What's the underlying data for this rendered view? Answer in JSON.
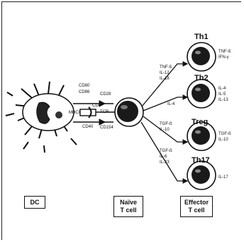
{
  "surface_molecules": {
    "cd80": "CD80",
    "cd86": "CD86",
    "cd28": "CD28",
    "cd4": "CD4",
    "mhcii": "MHCII",
    "tcr": "TCR",
    "cd40": "CD40",
    "cd154": "CD154"
  },
  "subsets": [
    {
      "name": "Th1",
      "inducers": [
        "TNF-ß",
        "IL-12",
        "IL-18"
      ],
      "products": [
        "TNF-ß",
        "IFN-γ"
      ]
    },
    {
      "name": "Th2",
      "inducers": [
        "IL-4"
      ],
      "products": [
        "IL-4",
        "IL-5",
        "IL-13"
      ]
    },
    {
      "name": "Treg",
      "inducers": [
        "TGF-ß",
        "IL-10"
      ],
      "products": [
        "TGF-ß",
        "IL-10"
      ]
    },
    {
      "name": "Th17",
      "inducers": [
        "TGF-ß",
        "IL-6",
        "IL-23"
      ],
      "products": [
        "IL-17"
      ]
    }
  ],
  "boxes": {
    "dc": "DC",
    "naive_line1": "Naïve",
    "naive_line2": "T cell",
    "effector_line1": "Effector",
    "effector_line2": "T cell"
  }
}
